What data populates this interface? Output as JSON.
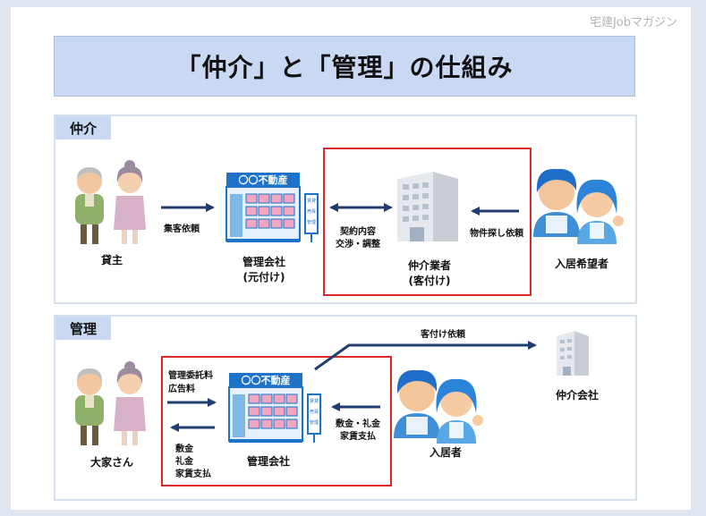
{
  "watermark": "宅建Jobマガジン",
  "title": "「仲介」と「管理」の仕組み",
  "shop_sign": "〇〇不動産",
  "shop_side_sign": [
    "賃貸",
    "売買",
    "管理"
  ],
  "brokerage": {
    "section_label": "仲介",
    "landlord": "貸主",
    "mgmt_company": [
      "管理会社",
      "(元付け)"
    ],
    "broker": [
      "仲介業者",
      "(客付け)"
    ],
    "applicant": "入居希望者",
    "arrow_customer_request": "集客依頼",
    "arrow_contract": [
      "契約内容",
      "交渉・調整"
    ],
    "arrow_search": "物件探し依頼"
  },
  "management": {
    "section_label": "管理",
    "owner": "大家さん",
    "mgmt_company": "管理会社",
    "tenant": "入居者",
    "broker": "仲介会社",
    "arrow_fees": [
      "管理委託料",
      "広告料"
    ],
    "arrow_deposit": [
      "敷金",
      "礼金",
      "家賃支払"
    ],
    "arrow_tenant_pay": [
      "敷金・礼金",
      "家賃支払"
    ],
    "arrow_kyakuzuke": "客付け依頼"
  },
  "colors": {
    "arrow": "#1f3d6e",
    "red": "#d8282b",
    "accent": "#c9d9f3",
    "shop": "#1e73c8"
  }
}
